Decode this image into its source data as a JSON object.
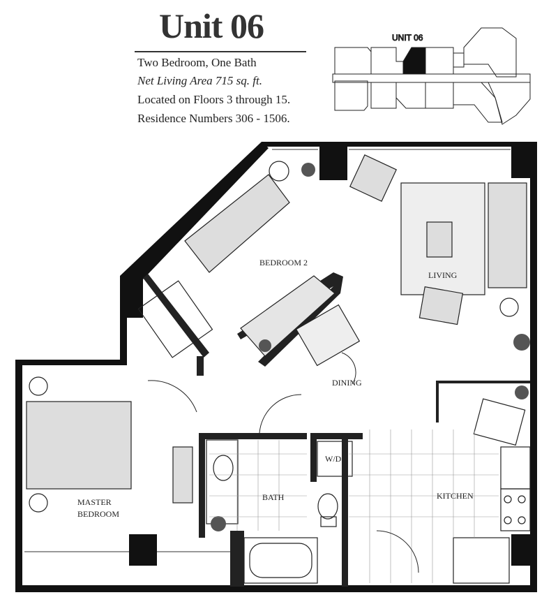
{
  "header": {
    "title": "Unit 06",
    "lines": [
      "Two Bedroom, One Bath",
      "Net Living Area 715 sq. ft.",
      "Located on Floors 3 through 15.",
      "Residence Numbers 306 - 1506."
    ]
  },
  "key_plan": {
    "label": "UNIT 06",
    "highlight_color": "#111111"
  },
  "rooms": {
    "bedroom2": "BEDROOM 2",
    "living": "LIVING",
    "dining": "DINING",
    "bath": "BATH",
    "kitchen": "KITCHEN",
    "master1": "MASTER",
    "master2": "BEDROOM",
    "wd": "W/D"
  }
}
